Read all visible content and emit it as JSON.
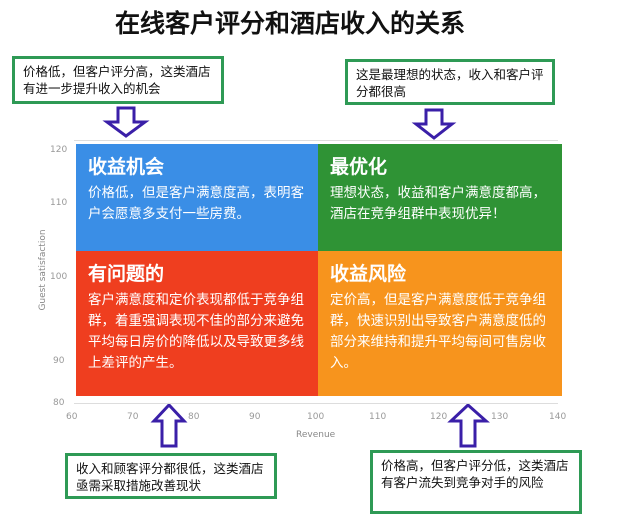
{
  "title": "在线客户评分和酒店收入的关系",
  "notes": {
    "top_left": "价格低，但客户评分高，这类酒店有进一步提升收入的机会",
    "top_right": "这是最理想的状态，收入和客户评分都很高",
    "bottom_left": "收入和顾客评分都很低，这类酒店亟需采取措施改善现状",
    "bottom_right": "价格高，但客户评分低，这类酒店有客户流失到竞争对手的风险"
  },
  "quadrants": {
    "top_left": {
      "title": "收益机会",
      "text": "价格低，但是客户满意度高，表明客户会愿意多支付一些房费。",
      "color": "#3a8ee6"
    },
    "top_right": {
      "title": "最优化",
      "text": "理想状态，收益和客户满意度都高，酒店在竞争组群中表现优异！",
      "color": "#2f9335"
    },
    "bottom_left": {
      "title": "有问题的",
      "text": "客户满意度和定价表现都低于竞争组群，着重强调表现不佳的部分来避免平均每日房价的降低以及导致更多线上差评的产生。",
      "color": "#ef3e1f"
    },
    "bottom_right": {
      "title": "收益风险",
      "text": "定价高，但是客户满意度低于竞争组群，快速识别出导致客户满意度低的部分来维持和提升平均每间可售房收入。",
      "color": "#f7941d"
    }
  },
  "axes": {
    "xlabel": "Revenue",
    "ylabel": "Guest satisfaction",
    "xticks": [
      "60",
      "70",
      "80",
      "90",
      "100",
      "110",
      "120",
      "130",
      "140"
    ],
    "yticks": [
      "120",
      "110",
      "100",
      "90",
      "80"
    ]
  },
  "colors": {
    "note_border": "#2e9a55",
    "arrow": "#3a1fa8"
  }
}
